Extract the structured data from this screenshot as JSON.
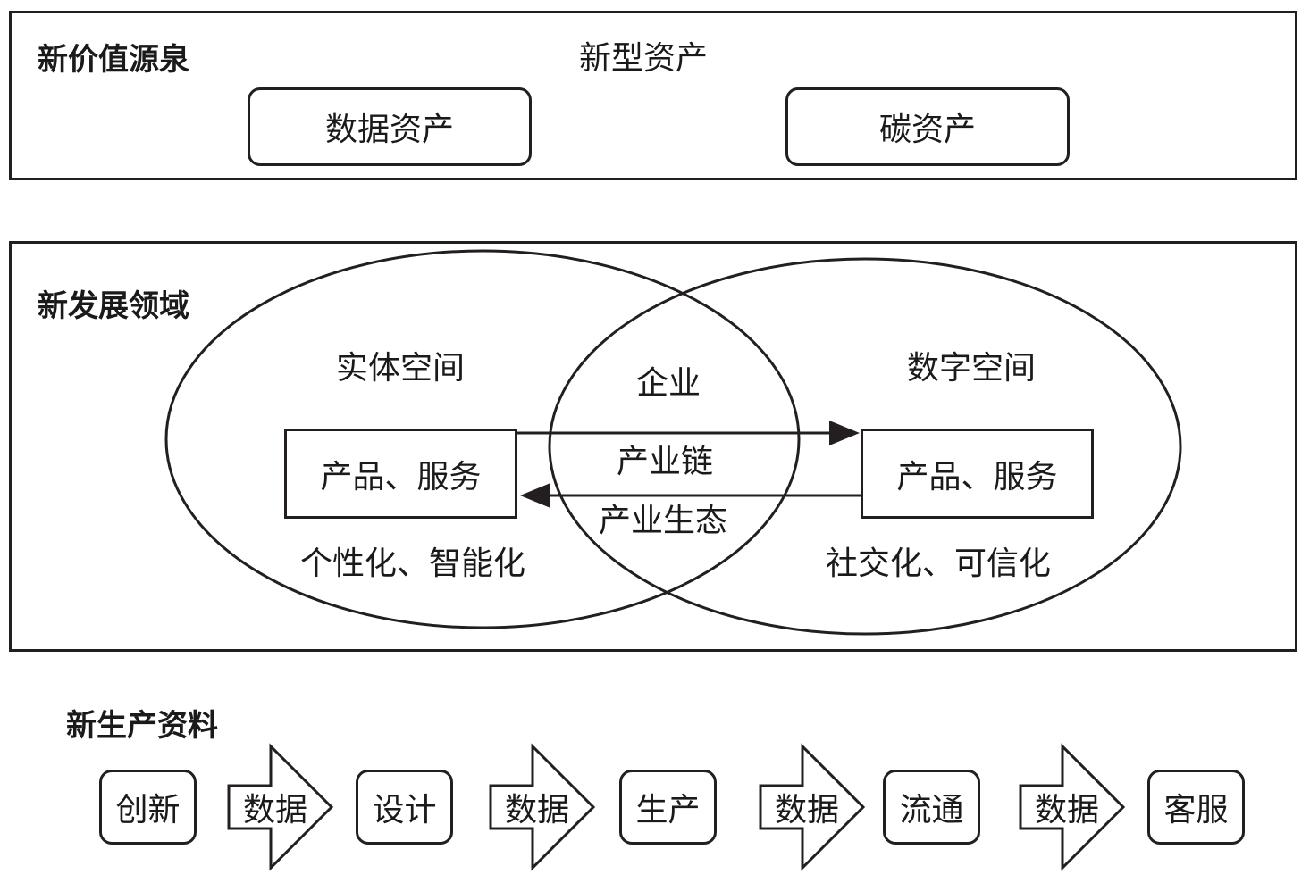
{
  "top_panel": {
    "heading": "新价值源泉",
    "title": "新型资产",
    "boxes": [
      "数据资产",
      "碳资产"
    ]
  },
  "middle_panel": {
    "heading": "新发展领域",
    "left_space": {
      "title": "实体空间",
      "box": "产品、服务",
      "trait": "个性化、智能化"
    },
    "right_space": {
      "title": "数字空间",
      "box": "产品、服务",
      "trait": "社交化、可信化"
    },
    "overlap": {
      "title": "企业",
      "chain": "产业链",
      "ecology": "产业生态"
    }
  },
  "bottom_panel": {
    "heading": "新生产资料",
    "stages": [
      "创新",
      "设计",
      "生产",
      "流通",
      "客服"
    ],
    "connector_label": "数据"
  }
}
